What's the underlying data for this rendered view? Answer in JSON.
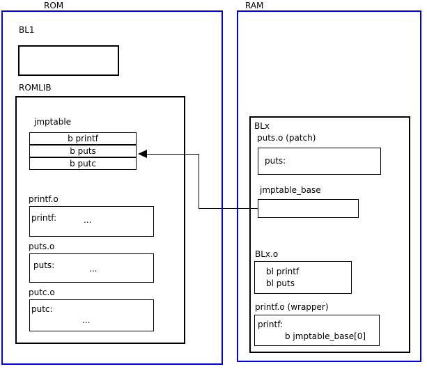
{
  "diagram": {
    "title": "ROM / RAM jump table patching diagram",
    "accent_region_color": "#0000ee",
    "box_color": "#000000",
    "background": "#ffffff"
  },
  "rom": {
    "label": "ROM",
    "bl1": {
      "label": "BL1",
      "body": ""
    },
    "romlib": {
      "label": "ROMLIB",
      "jmptable": {
        "label": "jmptable",
        "entries": [
          "b printf",
          "b puts",
          "b putc"
        ]
      },
      "objects": [
        {
          "label": "printf.o",
          "symbol": "printf:",
          "body": "..."
        },
        {
          "label": "puts.o",
          "symbol": "puts:",
          "body": "..."
        },
        {
          "label": "putc.o",
          "symbol": "putc:",
          "body": "..."
        }
      ]
    }
  },
  "ram": {
    "label": "RAM",
    "blx": {
      "label": "BLx",
      "puts_patch": {
        "label": "puts.o (patch)",
        "symbol": "puts:"
      },
      "jmptable_base": {
        "label": "jmptable_base",
        "body": ""
      },
      "blx_o": {
        "label": "BLx.o",
        "line1": "bl printf",
        "line2": "bl puts"
      },
      "printf_wrapper": {
        "label": "printf.o (wrapper)",
        "symbol": "printf:",
        "branch": "b jmptable_base[0]"
      }
    }
  },
  "connector": {
    "name": "jmptable-base-to-b-puts-arrow",
    "from": "jmptable_base",
    "to": "b puts"
  }
}
